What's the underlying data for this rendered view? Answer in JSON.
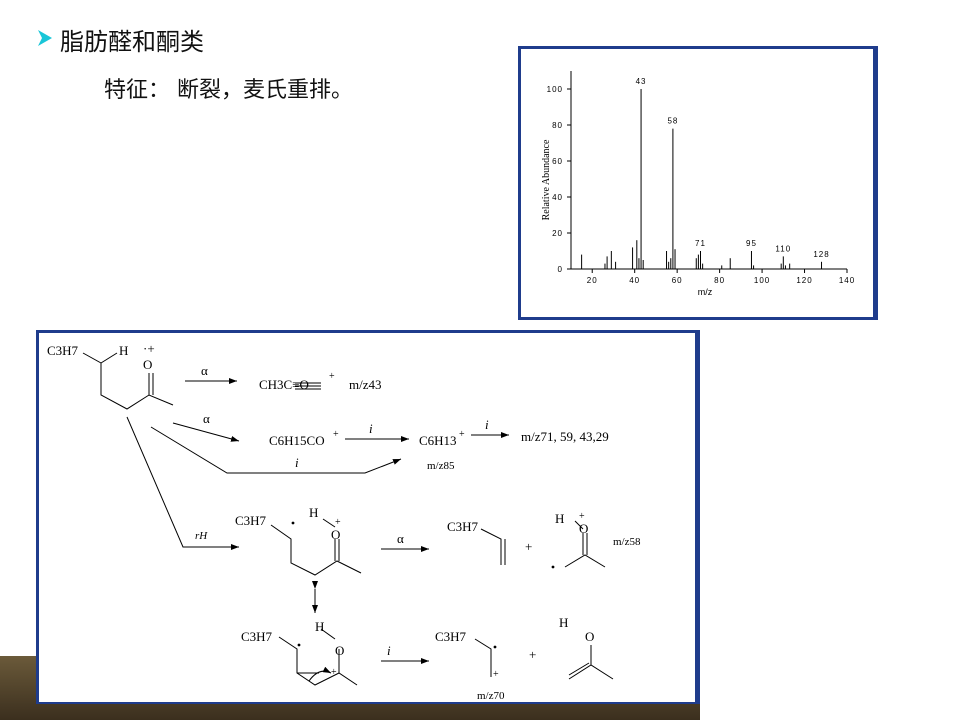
{
  "slide": {
    "title": "脂肪醛和酮类",
    "subtitle": "特征：  断裂，麦氏重排。"
  },
  "chart_data": {
    "type": "bar",
    "xlabel": "m/z",
    "ylabel": "Relative Abundance",
    "xlim": [
      10,
      140
    ],
    "ylim": [
      0,
      110
    ],
    "xticks": [
      20,
      40,
      60,
      80,
      100,
      120,
      140
    ],
    "yticks": [
      0,
      20,
      40,
      60,
      80,
      100
    ],
    "x": [
      15,
      26,
      27,
      29,
      31,
      39,
      41,
      42,
      43,
      44,
      55,
      56,
      57,
      58,
      59,
      69,
      70,
      71,
      72,
      81,
      85,
      95,
      96,
      109,
      110,
      111,
      113,
      128
    ],
    "values": [
      8,
      3,
      7,
      10,
      4,
      12,
      16,
      6,
      100,
      5,
      10,
      4,
      6,
      78,
      11,
      6,
      8,
      10,
      3,
      2,
      6,
      10,
      2,
      3,
      7,
      2,
      3,
      4
    ],
    "peak_labels": [
      {
        "x": 43,
        "y": 100,
        "text": "43"
      },
      {
        "x": 58,
        "y": 78,
        "text": "58"
      },
      {
        "x": 71,
        "y": 10,
        "text": "71"
      },
      {
        "x": 95,
        "y": 10,
        "text": "95"
      },
      {
        "x": 110,
        "y": 7,
        "text": "110"
      },
      {
        "x": 128,
        "y": 4,
        "text": "128"
      }
    ]
  },
  "scheme": {
    "labels": {
      "c3h7_1": "C3H7",
      "h_1": "H",
      "o_1": "O",
      "radical_cation": "·+",
      "alpha_1": "α",
      "alpha_2": "α",
      "alpha_3": "α",
      "ion_43": "CH3C≡O",
      "plus": "+",
      "mz43": "m/z43",
      "ion_c6h15co": "C6H15CO",
      "ion_c6h13": "C6H13",
      "i_1": "i",
      "i_2": "i",
      "i_3": "i",
      "i_4": "i",
      "mz85": "m/z85",
      "mz_series": "m/z71, 59, 43,29",
      "rh": "rH",
      "c3h7_2": "C3H7",
      "h_2": "H",
      "o_2": "O",
      "c3h7_3": "C3H7",
      "h_3": "H",
      "o_3": "O",
      "mz58": "m/z58",
      "c3h7_4": "C3H7",
      "h_4": "H",
      "o_4": "O",
      "c3h7_5": "C3H7",
      "h_5": "H",
      "o_5": "O",
      "mz70": "m/z70"
    }
  }
}
